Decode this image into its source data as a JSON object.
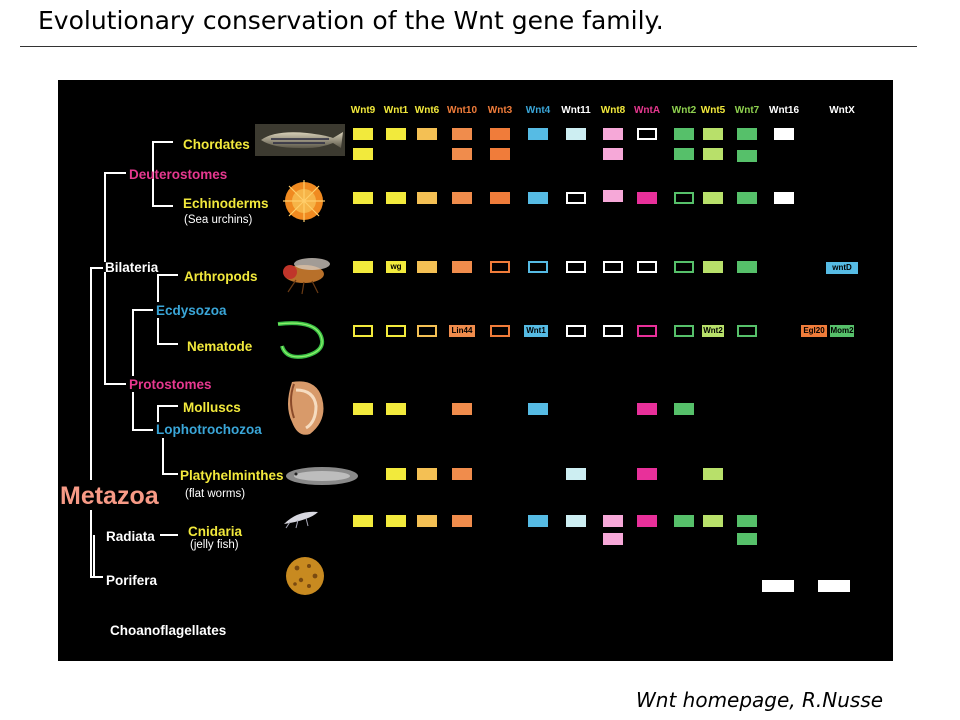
{
  "title": "Evolutionary conservation of the Wnt gene family.",
  "credit": "Wnt homepage, R.Nusse",
  "colors": {
    "white": "#ffffff",
    "pink": "#e6388f",
    "blue": "#3aa6d8",
    "yellow": "#f2e93c",
    "orange": "#f07c3a"
  },
  "gene_headers": [
    {
      "label": "Wnt9",
      "color": "#f2e93c"
    },
    {
      "label": "Wnt1",
      "color": "#f2e93c"
    },
    {
      "label": "Wnt6",
      "color": "#f2e93c"
    },
    {
      "label": "Wnt10",
      "color": "#f07c3a"
    },
    {
      "label": "Wnt3",
      "color": "#f07c3a"
    },
    {
      "label": "Wnt4",
      "color": "#3aa6d8"
    },
    {
      "label": "Wnt11",
      "color": "#ffffff"
    },
    {
      "label": "Wnt8",
      "color": "#f2e93c"
    },
    {
      "label": "WntA",
      "color": "#e6388f"
    },
    {
      "label": "Wnt2",
      "color": "#8fd14f"
    },
    {
      "label": "Wnt5",
      "color": "#f2e93c"
    },
    {
      "label": "Wnt7",
      "color": "#8fd14f"
    },
    {
      "label": "Wnt16",
      "color": "#ffffff"
    },
    {
      "label": "WntX",
      "color": "#ffffff"
    }
  ],
  "taxa": {
    "metazoa": "Metazoa",
    "bilateria": "Bilateria",
    "deuterostomes": "Deuterostomes",
    "chordates": "Chordates",
    "echinoderms": "Echinoderms",
    "protostomes": "Protostomes",
    "ecdysozoa": "Ecdysozoa",
    "arthropods": "Arthropods",
    "nematode": "Nematode",
    "lophotrochozoa": "Lophotrochozoa",
    "molluscs": "Molluscs",
    "platyhelminthes": "Platyhelminthes",
    "radiata": "Radiata",
    "cnidaria": "Cnidaria",
    "porifera": "Porifera",
    "choanoflagellates": "Choanoflagellates"
  },
  "common_names": {
    "sea_urchins": "(Sea urchins)",
    "flat_worms": "(flat worms)",
    "jelly_fish": "(jelly fish)"
  },
  "cell_labels": {
    "wg": "wg",
    "wntD": "wntD",
    "lin44": "Lin44",
    "wnt1": "Wnt1",
    "wnt2": "Wnt2",
    "egl20": "Egl20",
    "mom2": "Mom2"
  }
}
